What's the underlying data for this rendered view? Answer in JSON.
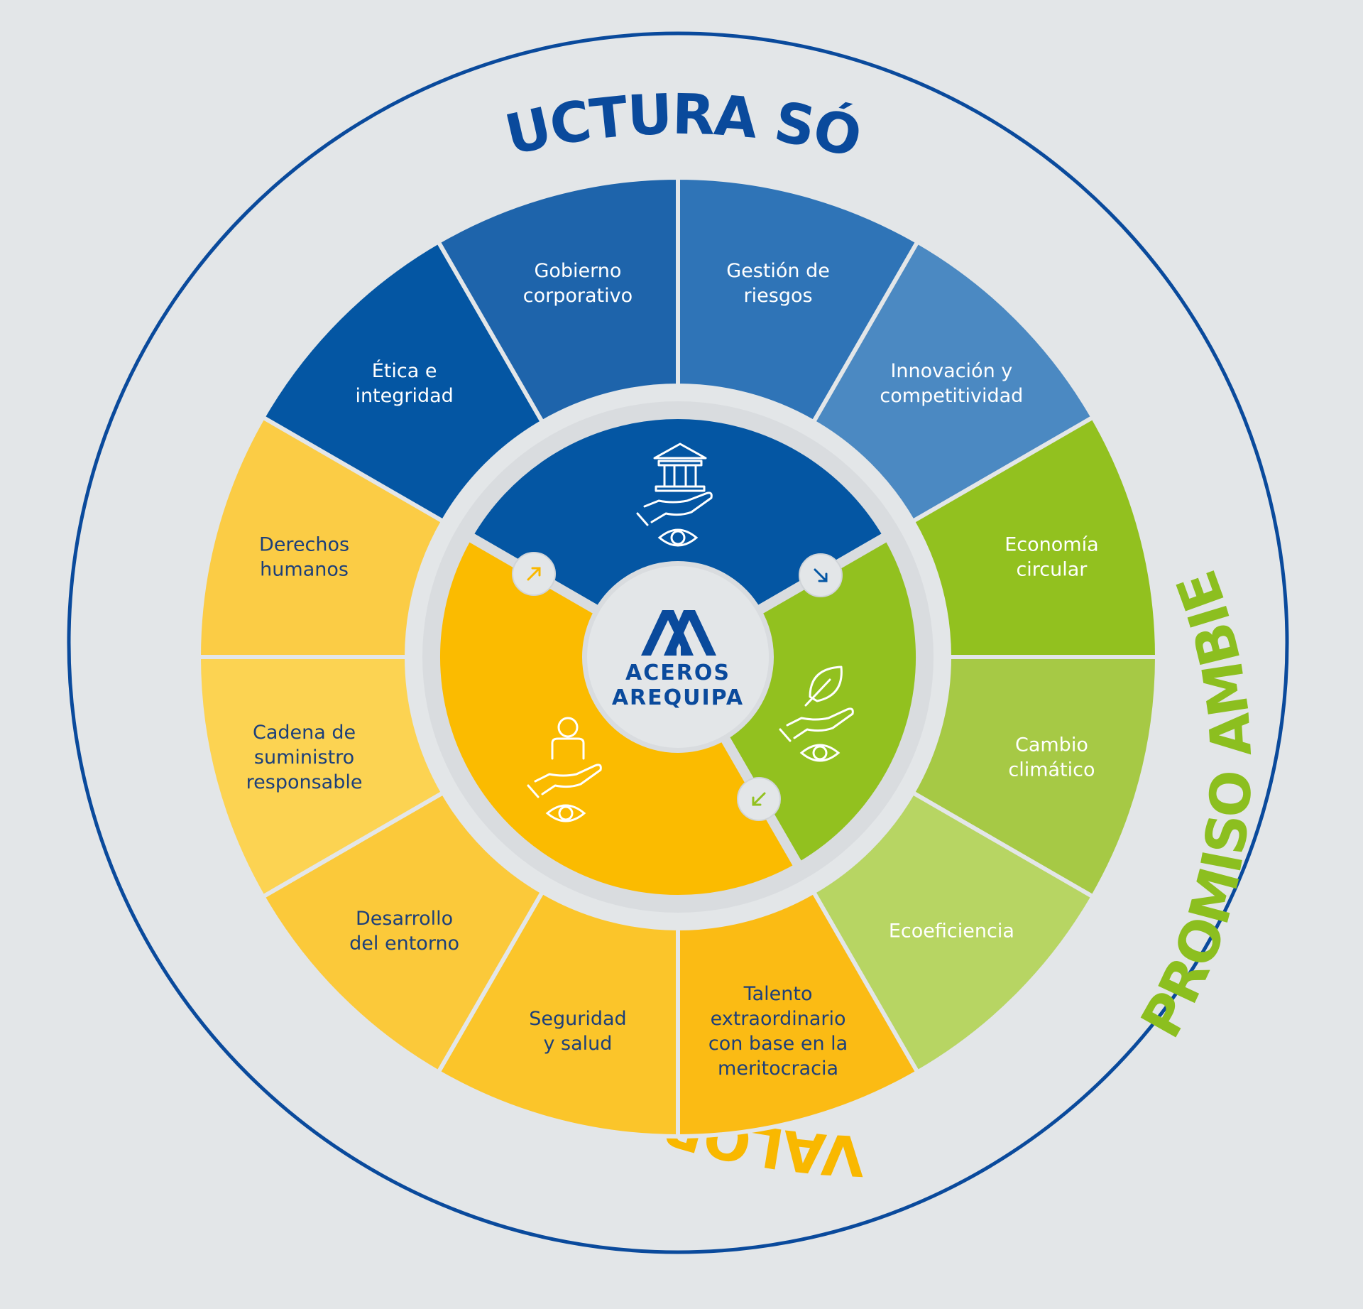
{
  "diagram": {
    "titles": {
      "estructura": "ESTRUCTURA SÓLIDA",
      "ambiental": "COMPROMISO AMBIENTAL",
      "valor": "VALOR COMPARTIDO"
    },
    "logo": {
      "line1": "ACEROS",
      "line2": "AREQUIPA"
    },
    "segments": [
      {
        "lines": [
          "Gestión de",
          "riesgos"
        ],
        "color": "#2f74b7",
        "text_color": "#ffffff"
      },
      {
        "lines": [
          "Innovación y",
          "competitividad"
        ],
        "color": "#4b89c2",
        "text_color": "#ffffff"
      },
      {
        "lines": [
          "Economía",
          "circular"
        ],
        "color": "#92c11f",
        "text_color": "#ffffff"
      },
      {
        "lines": [
          "Cambio",
          "climático"
        ],
        "color": "#a6c945",
        "text_color": "#ffffff"
      },
      {
        "lines": [
          "Ecoeficiencia"
        ],
        "color": "#b7d563",
        "text_color": "#ffffff"
      },
      {
        "lines": [
          "Talento",
          "extraordinario",
          "con base en la",
          "meritocracia"
        ],
        "color": "#fbbb14",
        "text_color": "#1c3f7a"
      },
      {
        "lines": [
          "Seguridad",
          "y salud"
        ],
        "color": "#fbc52a",
        "text_color": "#1c3f7a"
      },
      {
        "lines": [
          "Desarrollo",
          "del entorno"
        ],
        "color": "#fbc93a",
        "text_color": "#1c3f7a"
      },
      {
        "lines": [
          "Cadena de",
          "suministro",
          "responsable"
        ],
        "color": "#fcd352",
        "text_color": "#1c3f7a"
      },
      {
        "lines": [
          "Derechos",
          "humanos"
        ],
        "color": "#fbcc45",
        "text_color": "#1c3f7a"
      },
      {
        "lines": [
          "Ética e",
          "integridad"
        ],
        "color": "#0456a3",
        "text_color": "#ffffff"
      },
      {
        "lines": [
          "Gobierno",
          "corporativo"
        ],
        "color": "#1e64ab",
        "text_color": "#ffffff"
      }
    ],
    "inner_sectors": [
      {
        "name": "estructura",
        "color": "#0456a3",
        "icon": "government-building-hand-icon"
      },
      {
        "name": "ambiental",
        "color": "#92c11f",
        "icon": "leaf-hand-icon"
      },
      {
        "name": "valor",
        "color": "#fbbb00",
        "icon": "person-hand-icon"
      }
    ],
    "colors": {
      "background": "#e3e6e8",
      "ring": "#0a4a9c",
      "title_blue": "#0a4a9c",
      "title_green": "#8cbf1f",
      "title_yellow": "#f9b800"
    }
  }
}
